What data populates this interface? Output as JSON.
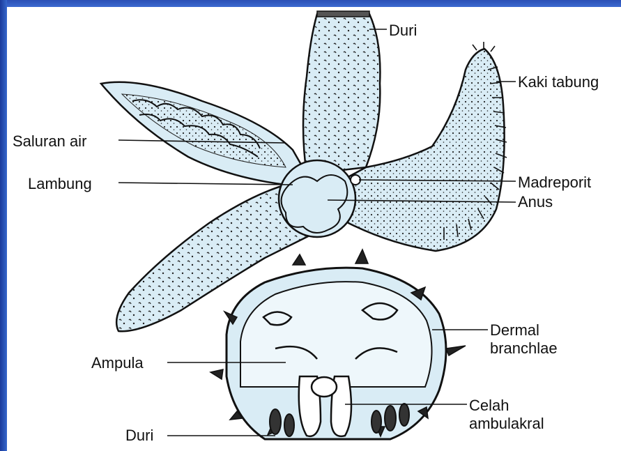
{
  "labels": {
    "duri_top": "Duri",
    "kaki_tabung": "Kaki tabung",
    "saluran_air": "Saluran air",
    "lambung": "Lambung",
    "madreporit": "Madreporit",
    "anus": "Anus",
    "dermal": "Dermal",
    "branchlae": "branchlae",
    "ampula": "Ampula",
    "celah": "Celah",
    "ambulakral": "ambulakral",
    "duri_bottom": "Duri"
  },
  "colors": {
    "frame": "#2451b8",
    "canvas": "#ffffff",
    "body_fill": "#d9ecf5",
    "outline": "#111111"
  }
}
